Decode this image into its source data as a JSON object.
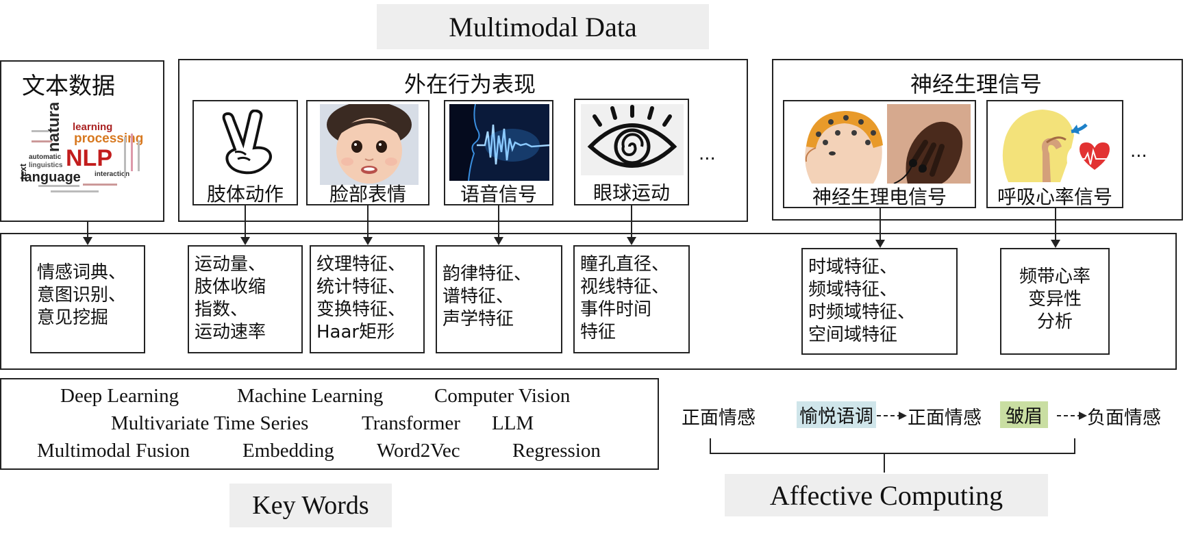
{
  "header": {
    "title": "Multimodal Data"
  },
  "text_data": {
    "title": "文本数据",
    "cloud_words": [
      "natural",
      "learning",
      "processing",
      "text",
      "NLP",
      "automatic",
      "linguistics",
      "language",
      "interaction"
    ],
    "features": [
      "情感词典、",
      "意图识别、",
      "意见挖掘"
    ]
  },
  "behavior": {
    "title": "外在行为表现",
    "cards": [
      {
        "label": "肢体动作",
        "icon": "victory-hand-icon"
      },
      {
        "label": "脸部表情",
        "icon": "child-face-photo"
      },
      {
        "label": "语音信号",
        "icon": "voice-wave-icon"
      },
      {
        "label": "眼球运动",
        "icon": "eye-icon"
      }
    ],
    "ellipsis": "...",
    "features": [
      [
        "运动量、",
        "肢体收缩",
        "指数、",
        "运动速率"
      ],
      [
        "纹理特征、",
        "统计特征、",
        "变换特征、",
        "Haar矩形"
      ],
      [
        "韵律特征、",
        "谱特征、",
        "声学特征"
      ],
      [
        "瞳孔直径、",
        "视线特征、",
        "事件时间",
        "特征"
      ]
    ]
  },
  "neuro": {
    "title": "神经生理信号",
    "cards": [
      {
        "label": "神经生理电信号",
        "icon": "eeg-cap-photo"
      },
      {
        "label": "呼吸心率信号",
        "icon": "respiration-heart-icon"
      }
    ],
    "ellipsis": "...",
    "features": [
      [
        "时域特征、",
        "频域特征、",
        "时频域特征、",
        "空间域特征"
      ],
      [
        "频带心率",
        "变异性",
        "分析"
      ]
    ]
  },
  "keywords": {
    "rows": [
      [
        "Deep Learning",
        "Machine Learning",
        "Computer Vision"
      ],
      [
        "Multivariate Time Series",
        "Transformer",
        "LLM"
      ],
      [
        "Multimodal Fusion",
        "Embedding",
        "Word2Vec",
        "Regression"
      ]
    ],
    "caption": "Key Words"
  },
  "affective": {
    "items": [
      "正面情感",
      "愉悦语调",
      "正面情感",
      "皱眉",
      "负面情感"
    ],
    "caption": "Affective Computing",
    "colors": {
      "tone_bg": "#cfe5ea",
      "frown_bg": "#c9dea2"
    }
  }
}
